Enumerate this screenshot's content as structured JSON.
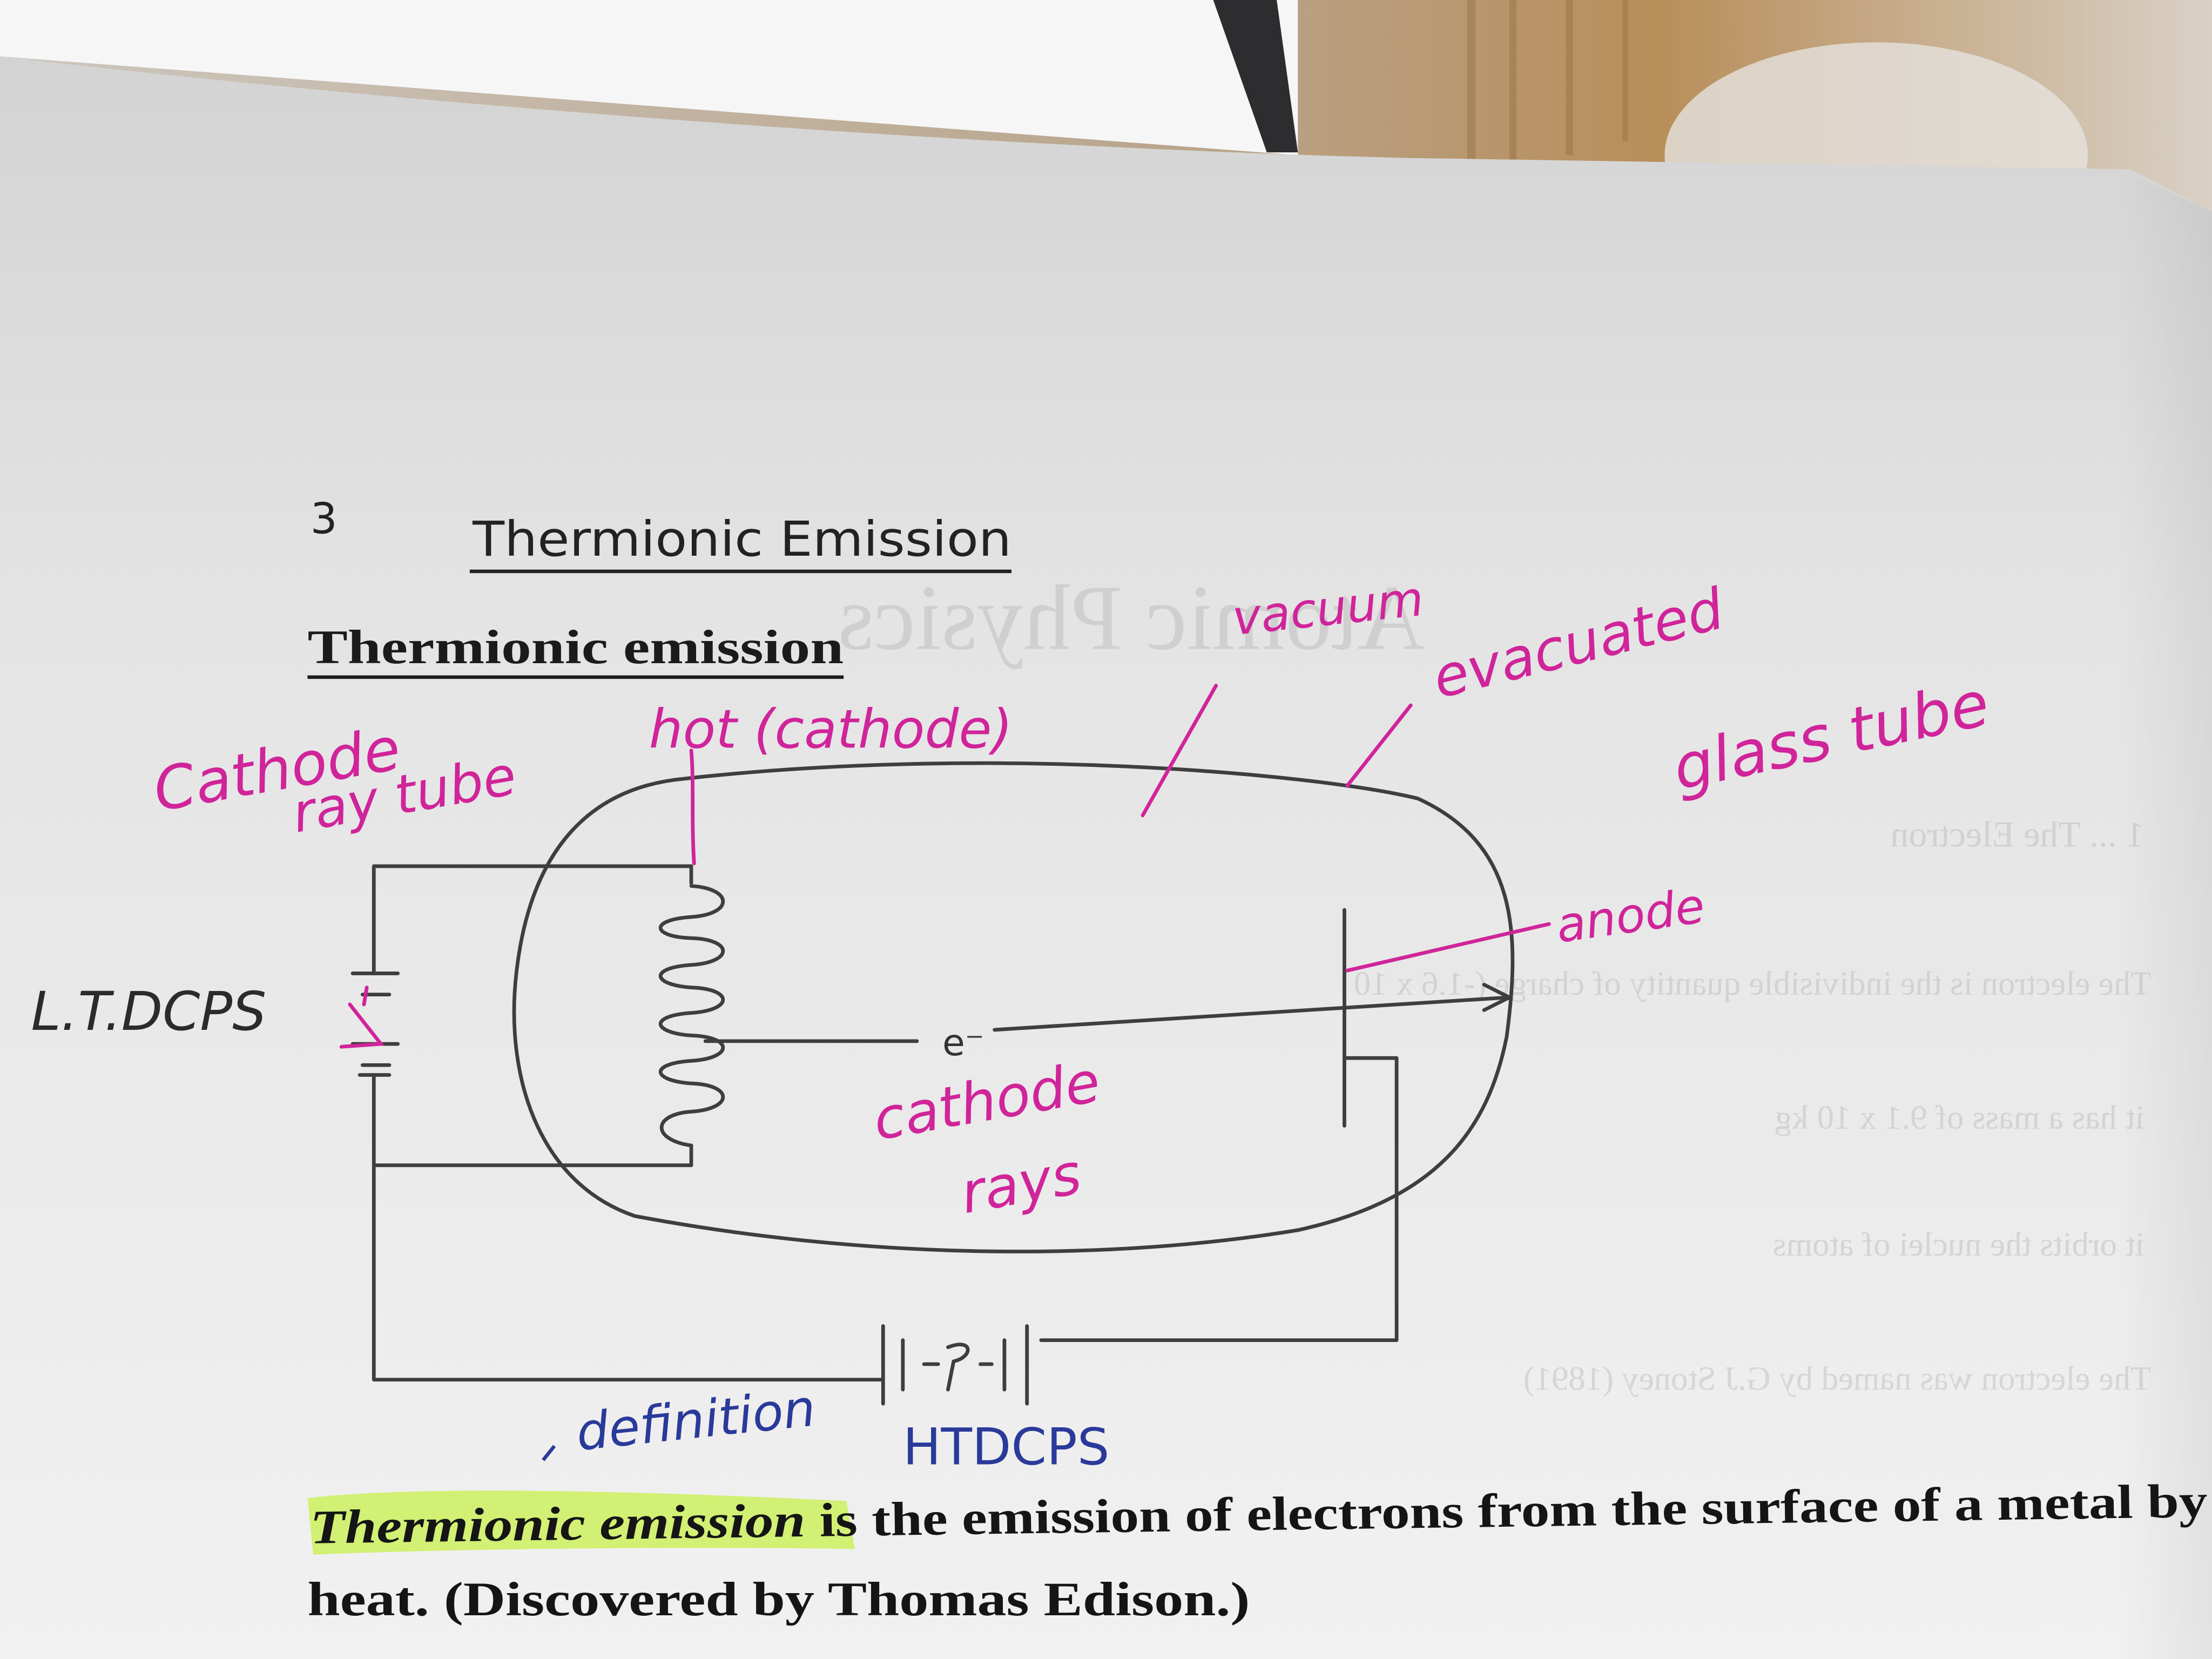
{
  "heading": {
    "number": "3",
    "title": "Thermionic Emission"
  },
  "subheading": "Thermionic emission",
  "annotations": {
    "cathode_ray_tube_line1": "Cathode",
    "cathode_ray_tube_line2": "ray tube",
    "hot_cathode": "hot (cathode)",
    "vacuum": "vacuum",
    "evacuated": "evacuated",
    "glass_tube": "glass tube",
    "anode": "anode",
    "ltdcps": "L.T.DCPS",
    "electron": "e⁻",
    "cathode_rays_line1": "cathode",
    "cathode_rays_line2": "rays",
    "definition": "definition",
    "htdcps": "HTDCPS"
  },
  "definition": {
    "highlighted_term": "Thermionic emission",
    "rest_line1": " is the emission of electrons from the surface of a metal by",
    "line2": "heat. (Discovered by Thomas Edison.)"
  },
  "show_through": {
    "faint_title": "Atomic Physics",
    "faint_item": "1 ... The Electron",
    "faint_line1": "The electron is the indivisible quantity of charge (-1.6 x 10",
    "faint_line2": "it has a mass of 9.1 x 10   kg",
    "faint_line3": "it orbits the nuclei of atoms",
    "faint_line4": "The electron was named by G.J Stoney (1891)"
  },
  "colors": {
    "ink_pink": "#d0249a",
    "ink_blue": "#2a3a9a",
    "pencil": "#3e3e3e",
    "highlighter": "#c8f04a",
    "paper": "#e9e9e9"
  }
}
